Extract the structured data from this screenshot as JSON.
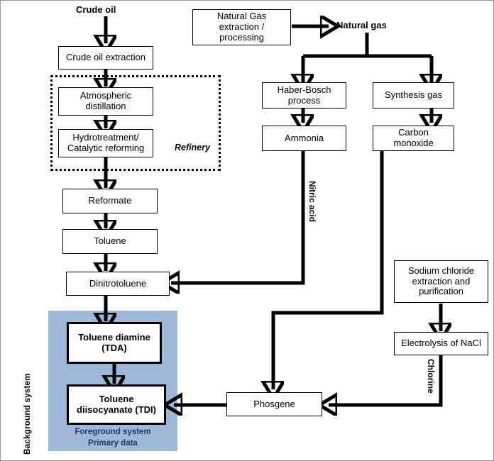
{
  "diagram": {
    "title_free_texts": [
      {
        "id": "crude-oil",
        "label": "Crude oil"
      },
      {
        "id": "natural-gas",
        "label": "Natural gas"
      }
    ],
    "nodes": [
      {
        "id": "crude-oil-extraction",
        "label": "Crude  oil extraction"
      },
      {
        "id": "atmospheric-distillation",
        "label": "Atmospheric\ndistillation"
      },
      {
        "id": "hydrotreatment-catalytic-reforming",
        "label": "Hydrotreatment/\nCatalytic  reforming"
      },
      {
        "id": "reformate",
        "label": "Reformate"
      },
      {
        "id": "toluene",
        "label": "Toluene"
      },
      {
        "id": "dinitrotoluene",
        "label": "Dinitrotoluene"
      },
      {
        "id": "toluene-diamine",
        "label": "Toluene diamine\n(TDA)"
      },
      {
        "id": "toluene-diisocyanate",
        "label": "Toluene\ndiisocyanate (TDI)"
      },
      {
        "id": "natural-gas-extraction",
        "label": "Natural Gas\nextraction /\nprocessing"
      },
      {
        "id": "haber-bosch",
        "label": "Haber-Bosch\nprocess"
      },
      {
        "id": "ammonia",
        "label": "Ammonia"
      },
      {
        "id": "synthesis-gas",
        "label": "Synthesis gas"
      },
      {
        "id": "carbon-monoxide",
        "label": "Carbon\nmonoxide"
      },
      {
        "id": "sodium-chloride",
        "label": "Sodium chloride\nextraction and\npurification"
      },
      {
        "id": "electrolysis-nacl",
        "label": "Electrolysis of NaCl"
      },
      {
        "id": "phosgene",
        "label": "Phosgene"
      }
    ],
    "groups": {
      "refinery_label": "Refinery",
      "foreground_caption": "Foreground  system\nPrimary data",
      "background_label": "Background system"
    },
    "edge_labels": [
      {
        "id": "nitric-acid",
        "label": "Nitric acid"
      },
      {
        "id": "chlorine",
        "label": "Chlorine"
      }
    ],
    "colors": {
      "foreground_fill": "#9fb8d8",
      "foreground_text": "#1f3864",
      "stroke": "#000000",
      "node_fill": "#ffffff"
    }
  }
}
